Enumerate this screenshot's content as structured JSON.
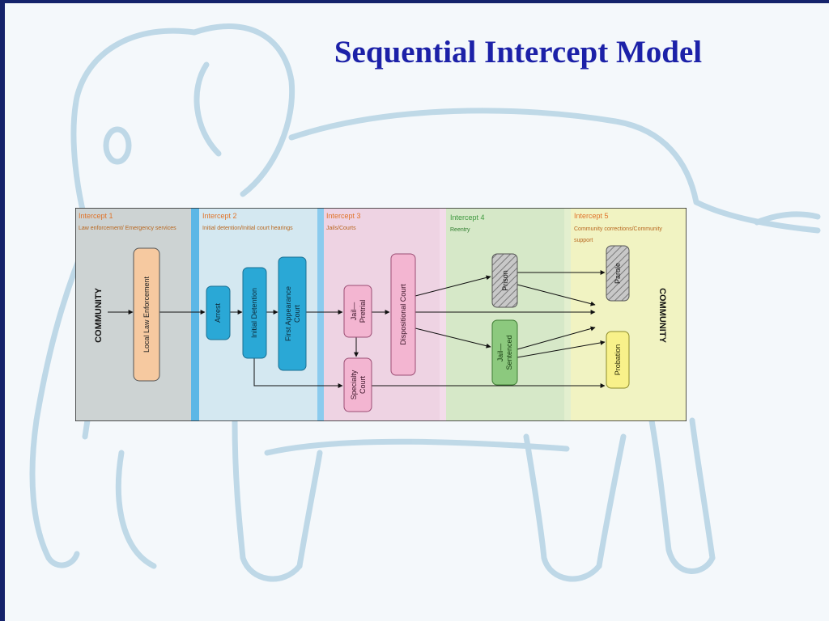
{
  "slide": {
    "title": "Sequential Intercept Model",
    "background_sketch": "elephant-sketch"
  },
  "diagram": {
    "community_left": "COMMUNITY",
    "community_right": "COMMUNITY",
    "intercepts": [
      {
        "label": "Intercept 1",
        "subtitle": "Law enforcement/ Emergency services",
        "bg": "#cdd3d3"
      },
      {
        "label": "Intercept 2",
        "subtitle": "Initial detention/Initial court hearings",
        "bg": "#d4e8f1"
      },
      {
        "label": "Intercept 3",
        "subtitle": "Jails/Courts",
        "bg": "#eed3e3"
      },
      {
        "label": "Intercept 4",
        "subtitle": "Reentry",
        "bg": "#d6e8c8"
      },
      {
        "label": "Intercept 5",
        "subtitle": "Community corrections/Community",
        "subtitle2": "support",
        "bg": "#f1f3c2"
      }
    ],
    "nodes": {
      "local_law_enforcement": "Local Law Enforcement",
      "arrest": "Arrest",
      "initial_detention": "Initial Detention",
      "first_appearance_line1": "First Appearance",
      "first_appearance_line2": "Court",
      "jail_pretrial_line1": "Jail—",
      "jail_pretrial_line2": "Pretrial",
      "specialty_court_line1": "Specialty",
      "specialty_court_line2": "Court",
      "dispositional_court": "Dispositional Court",
      "prison": "Prison",
      "jail_sentenced_line1": "Jail—",
      "jail_sentenced_line2": "Sentenced",
      "parole": "Parole",
      "probation": "Probation"
    },
    "colors": {
      "intercept_label": "#e0732a",
      "intercept_subtitle": "#b8661e",
      "intercept4_label": "#3f9a3f",
      "intercept4_subtitle": "#2e7d2e",
      "divider_blue": "#5bb7e6",
      "orange_node": "#f6c9a0",
      "blue_node": "#2aa8d6",
      "pink_node": "#f3b5d1",
      "green_node": "#8cc97e",
      "yellow_node": "#f8f18a",
      "hatched_node": "#b8b8b8"
    }
  }
}
